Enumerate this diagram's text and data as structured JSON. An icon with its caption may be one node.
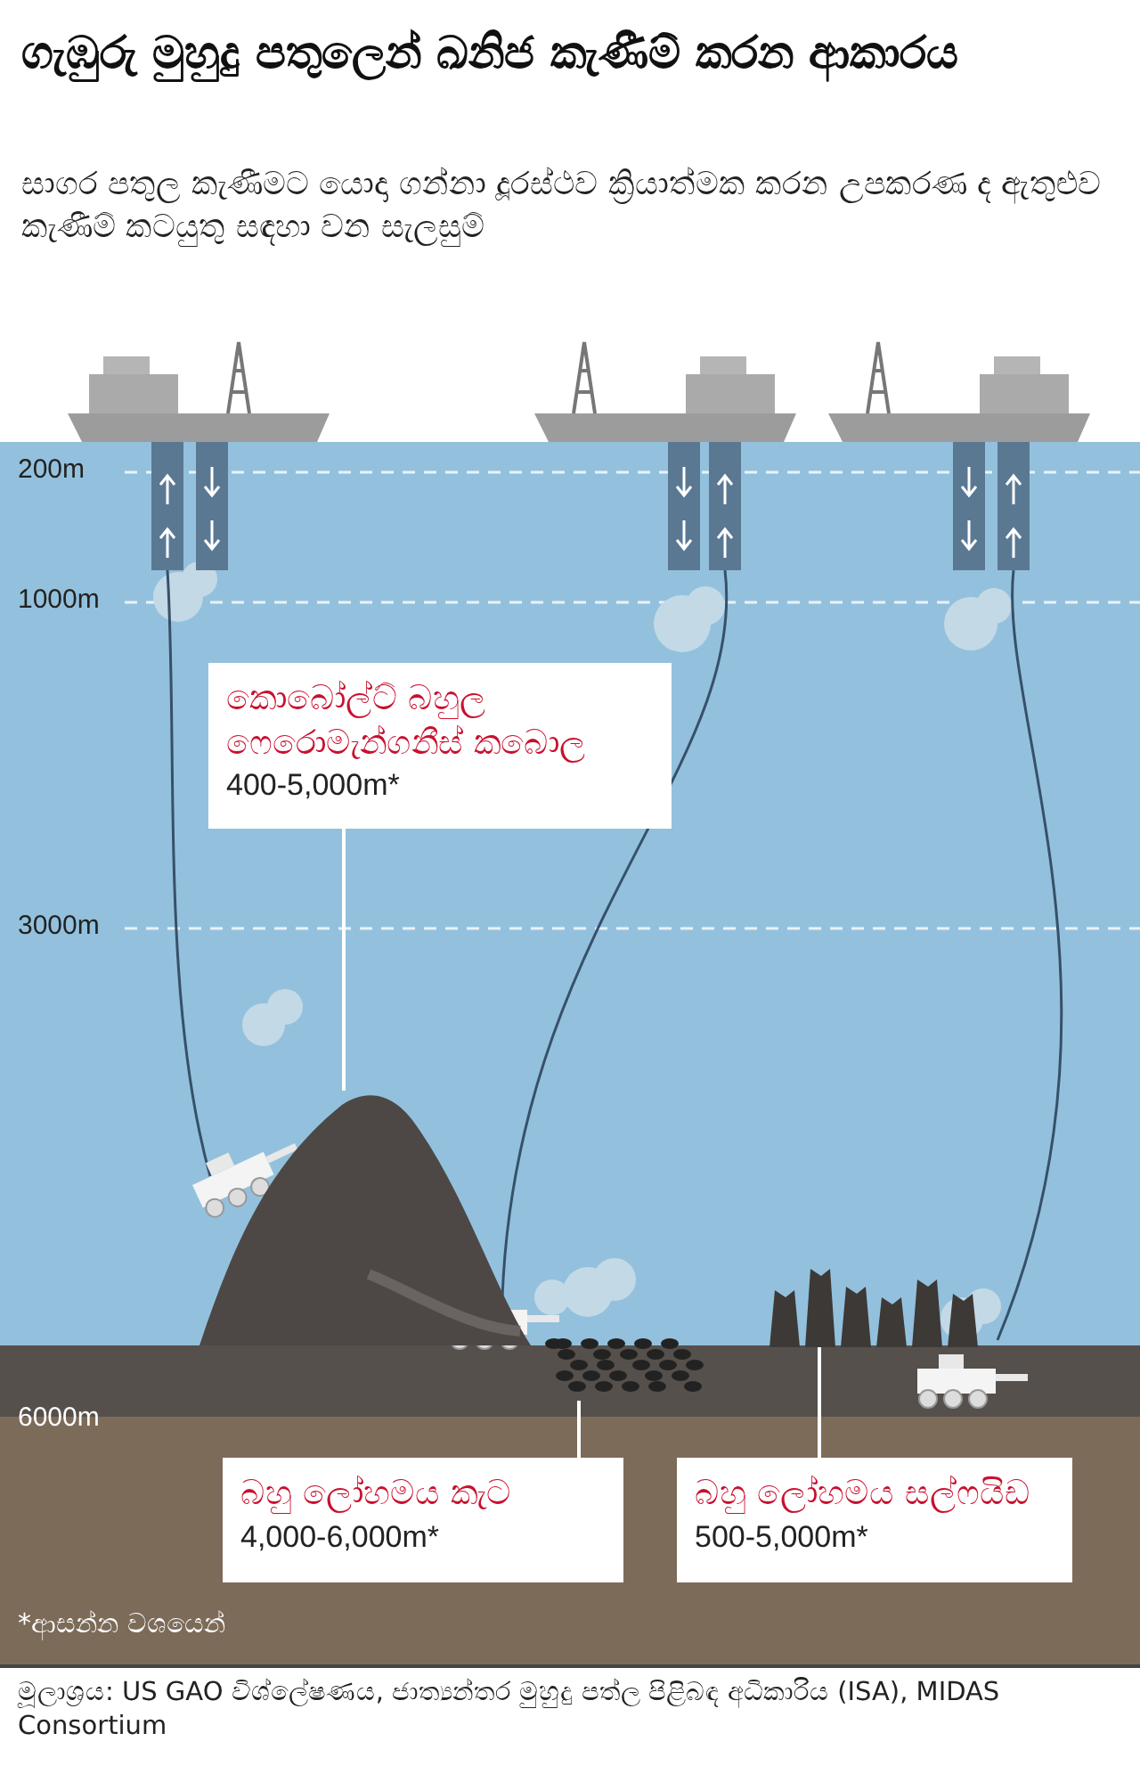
{
  "diagram": {
    "title": "ගැඹුරු මුහුදු පතුලෙන් ඛනිජ කැණීම් කරන ආකාරය",
    "caption": "මූලාශ්‍රය: US GAO විශ්ලේෂණය, ජාත්‍යන්තර මුහුදු පත්ල පිළිබඳ අධිකාරිය (ISA), MIDAS Consortium",
    "nodes": [
      {
        "text": [
          "කොබෝල්ට් බහුල ෆෙරොමැන්ගනීස් කබොල",
          "400-5,000m*"
        ]
      },
      {
        "text": [
          "බහු ලෝහමය කැට",
          "4,000-6,000m*"
        ]
      },
      {
        "text": [
          "බහු ලෝහමය සල්ෆයිඩ",
          "500-5,000m*"
        ]
      },
      {
        "text": [],
        "shape": "picture"
      },
      {
        "text": [],
        "shape": "picture"
      },
      {
        "text": [],
        "shape": "picture"
      }
    ],
    "edges": [
      {
        "from": 0,
        "to": 3,
        "arrow": "none"
      },
      {
        "from": 1,
        "to": 4,
        "arrow": "none"
      },
      {
        "from": 2,
        "to": 5,
        "arrow": "none"
      }
    ],
    "labels": [
      "සාගර පතුල කැණීමට යොදා ගන්නා දූරස්ථව ක්‍රියාත්මක කරන උපකරණ ද ඇතුළුව කැණීම් කටයුතු සඳහා වන සැලසුම්",
      "200m",
      "1000m",
      "3000m",
      "6000m",
      "*ආසන්න වශයෙන්"
    ]
  }
}
